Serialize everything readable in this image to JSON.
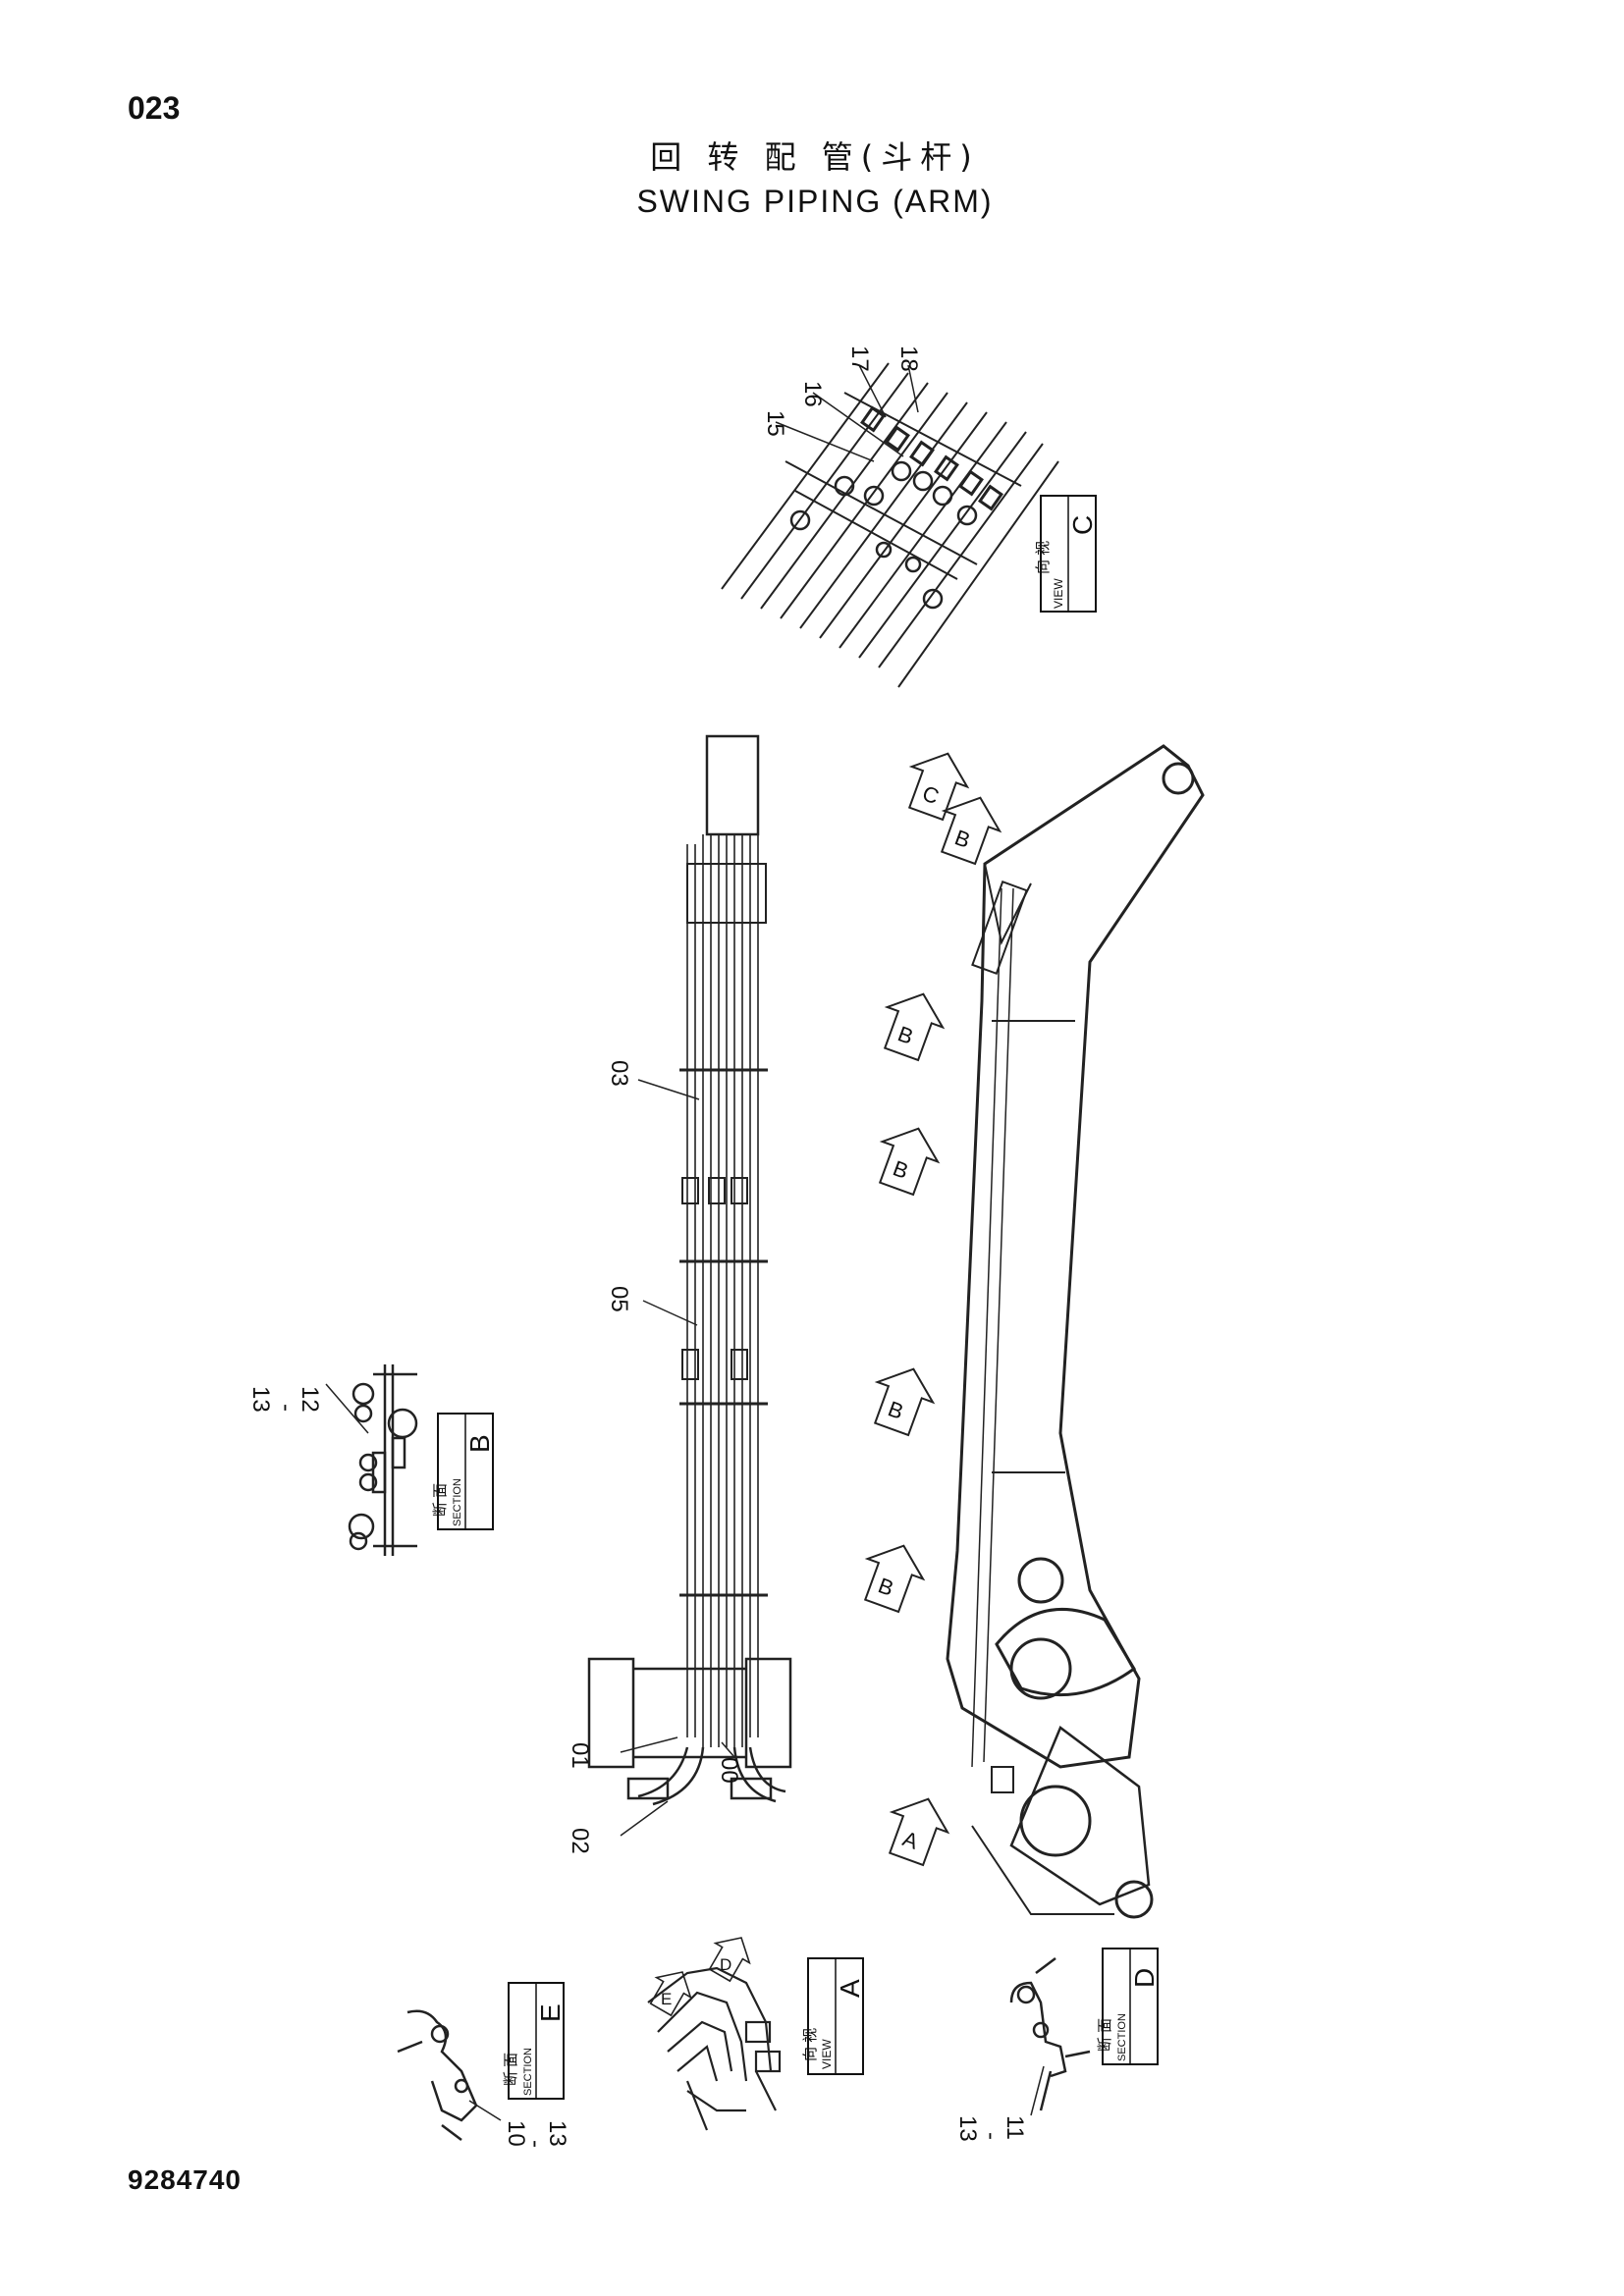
{
  "page_code": "023",
  "document_number": "9284740",
  "title": {
    "chinese": "回 转 配 管(斗杆)",
    "english": "SWING  PIPING  (ARM)"
  },
  "part_numbers": {
    "p00": "00",
    "p01": "01",
    "p02": "02",
    "p03": "03",
    "p05": "05",
    "p10": "10",
    "p11": "11",
    "p12": "12",
    "p13": "13",
    "p15": "15",
    "p16": "16",
    "p17": "17",
    "p18": "18",
    "dash": "-"
  },
  "view_labels": {
    "view_c": {
      "cn": "向 视",
      "en": "VIEW",
      "letter": "C"
    },
    "section_b": {
      "cn": "断 面",
      "en": "SECTION",
      "letter": "B"
    },
    "view_a": {
      "cn": "向 视",
      "en": "VIEW",
      "letter": "A"
    },
    "section_e": {
      "cn": "断 面",
      "en": "SECTION",
      "letter": "E"
    },
    "section_d": {
      "cn": "断 面",
      "en": "SECTION",
      "letter": "D"
    }
  },
  "arrow_letters": {
    "c": "C",
    "b": "B",
    "a": "A",
    "d": "D",
    "e": "E"
  }
}
